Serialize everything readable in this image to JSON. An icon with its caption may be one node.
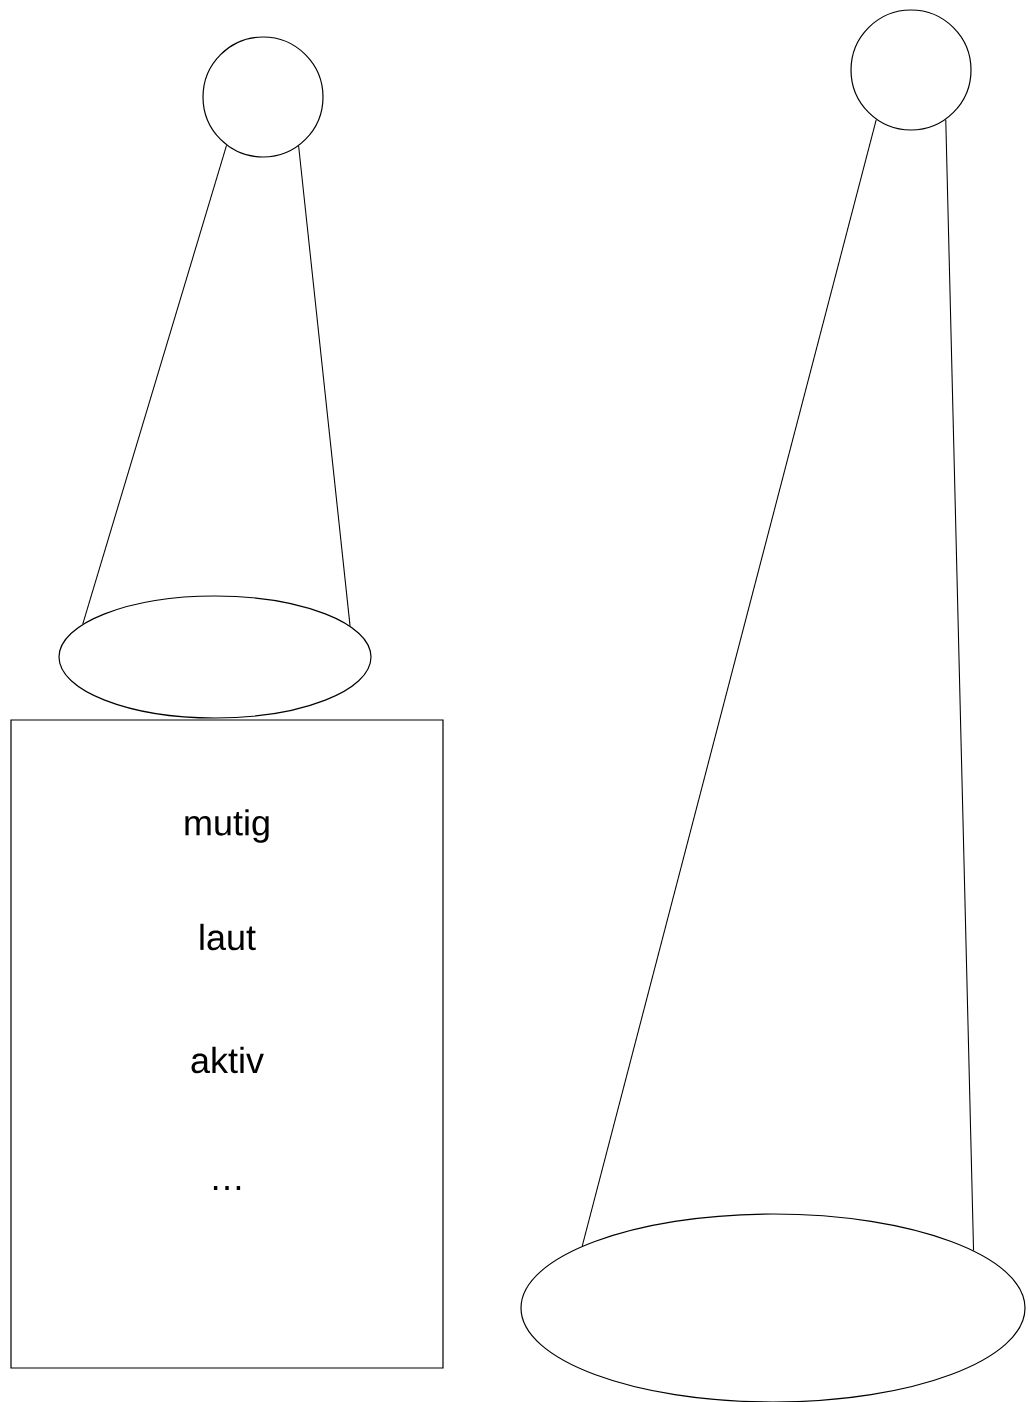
{
  "diagram": {
    "nodes": [
      {
        "text": [],
        "shape": "circle"
      },
      {
        "text": [],
        "shape": "ellipse"
      },
      {
        "text": [
          "mutig",
          "laut",
          "aktiv",
          "…"
        ]
      },
      {
        "text": [],
        "shape": "circle"
      },
      {
        "text": [],
        "shape": "ellipse"
      }
    ],
    "edges": [
      {
        "from": 0,
        "to": 1,
        "arrow": "none"
      },
      {
        "from": 0,
        "to": 1,
        "arrow": "none"
      },
      {
        "from": 3,
        "to": 4,
        "arrow": "none"
      },
      {
        "from": 3,
        "to": 4,
        "arrow": "none"
      }
    ]
  }
}
